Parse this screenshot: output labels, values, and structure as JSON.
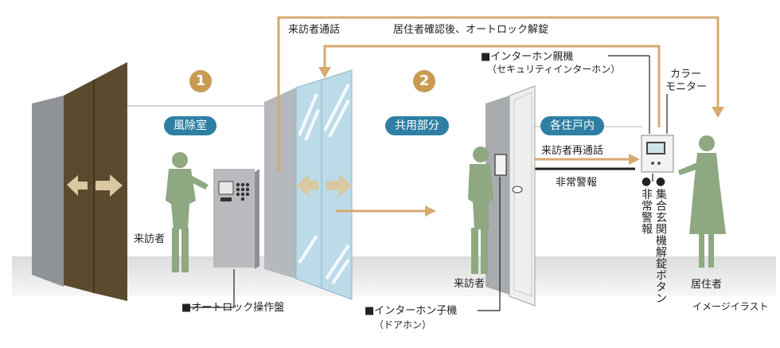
{
  "labels": {
    "visitor_call": "来訪者通話",
    "unlock_after_confirm": "居住者確認後、オートロック解錠",
    "master_unit": "■インターホン親機",
    "master_unit_sub": "（セキュリティインターホン）",
    "color_monitor_line1": "カラー",
    "color_monitor_line2": "モニター",
    "visitor_recall": "来訪者再通話",
    "emergency_alarm": "非常警報",
    "vertical_emergency": "●非常警報",
    "vertical_unlock_button": "●集合玄関機解錠ボタン",
    "visitor_left": "来訪者",
    "visitor_right": "来訪者",
    "resident": "居住者",
    "image_illustration": "イメージイラスト",
    "autolock_panel": "■オートロック操作盤",
    "door_unit": "■インターホン子機",
    "door_unit_sub": "（ドアホン）"
  },
  "areas": {
    "windbreak_room": "風除室",
    "common_area": "共用部分",
    "each_unit": "各住戸内"
  },
  "steps": {
    "step1": "1",
    "step2": "2"
  },
  "colors": {
    "arrow_orange": "#d7aa70",
    "pill_blue": "#2e7fa3",
    "step_gold": "#c89a52",
    "figure_green": "#8ea882",
    "door_brown": "#5b4a2e",
    "glass_blue": "#bcdbe9"
  }
}
